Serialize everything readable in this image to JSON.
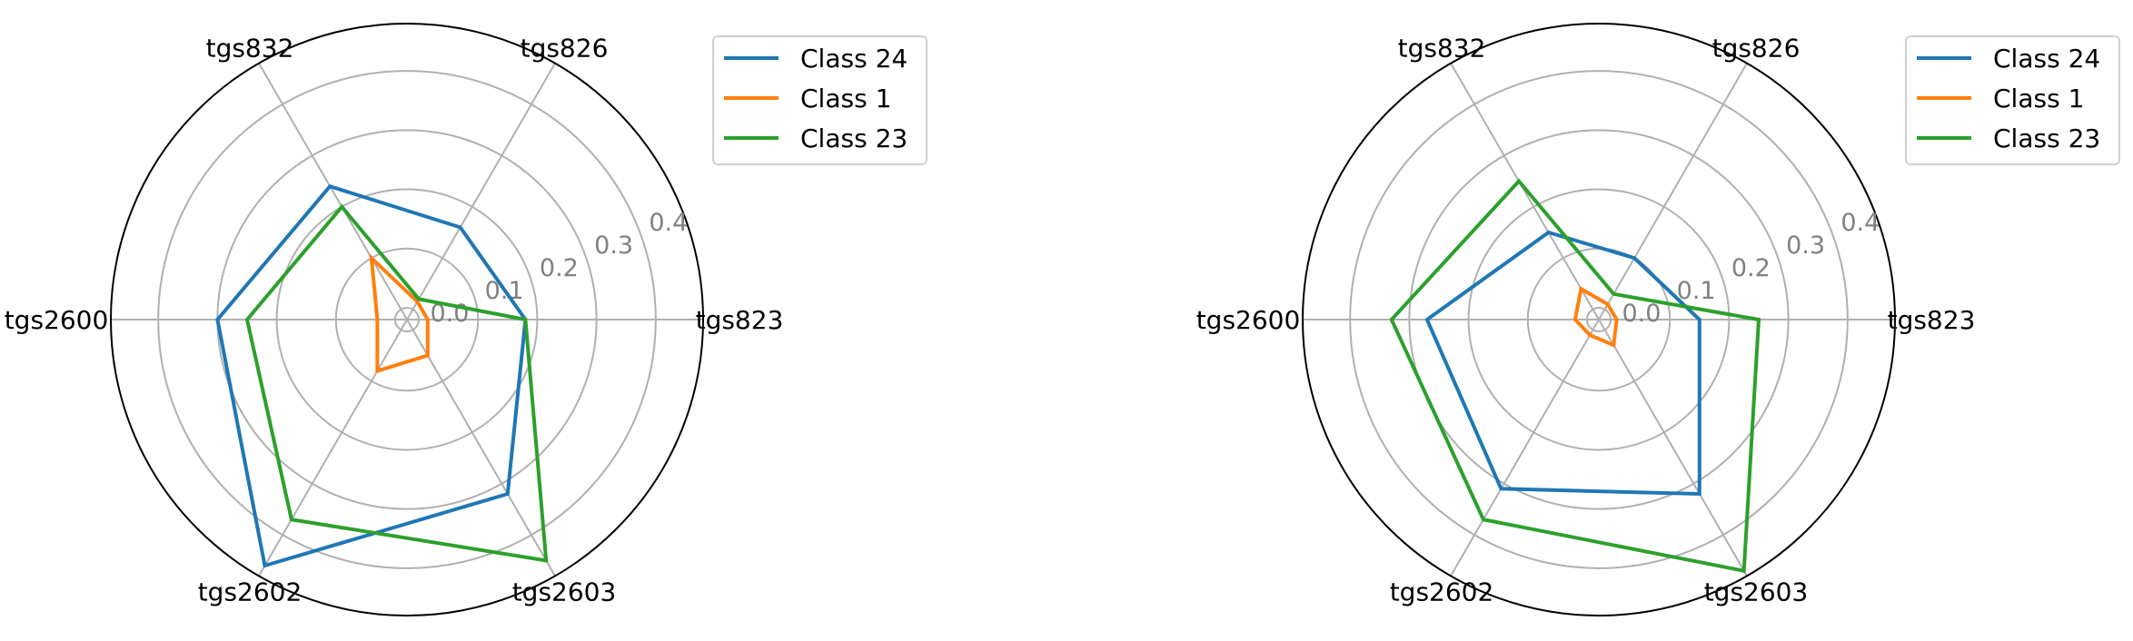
{
  "chart_data": [
    {
      "type": "radar",
      "axes": [
        "tgs823",
        "tgs826",
        "tgs832",
        "tgs2600",
        "tgs2602",
        "tgs2603"
      ],
      "rticks": [
        "0.0",
        "0.1",
        "0.2",
        "0.3",
        "0.4"
      ],
      "rlim": [
        -0.02,
        0.48
      ],
      "grid": true,
      "legend_position": "outside-top-right",
      "series": [
        {
          "name": "Class 24",
          "color": "#1f77b4",
          "values": [
            0.18,
            0.16,
            0.24,
            0.3,
            0.46,
            0.32
          ]
        },
        {
          "name": "Class 1",
          "color": "#ff7f0e",
          "values": [
            0.015,
            0.015,
            0.1,
            0.03,
            0.08,
            0.05
          ]
        },
        {
          "name": "Class 23",
          "color": "#2ca02c",
          "values": [
            0.18,
            0.02,
            0.2,
            0.25,
            0.37,
            0.45
          ]
        }
      ]
    },
    {
      "type": "radar",
      "axes": [
        "tgs823",
        "tgs826",
        "tgs832",
        "tgs2600",
        "tgs2602",
        "tgs2603"
      ],
      "rticks": [
        "0.0",
        "0.1",
        "0.2",
        "0.3",
        "0.4"
      ],
      "rlim": [
        -0.02,
        0.48
      ],
      "grid": true,
      "legend_position": "outside-top-right",
      "series": [
        {
          "name": "Class 24",
          "color": "#1f77b4",
          "values": [
            0.15,
            0.1,
            0.15,
            0.27,
            0.31,
            0.32
          ]
        },
        {
          "name": "Class 1",
          "color": "#ff7f0e",
          "values": [
            0.01,
            0.01,
            0.04,
            0.02,
            0.01,
            0.03
          ]
        },
        {
          "name": "Class 23",
          "color": "#2ca02c",
          "values": [
            0.25,
            0.03,
            0.25,
            0.33,
            0.37,
            0.47
          ]
        }
      ]
    }
  ]
}
